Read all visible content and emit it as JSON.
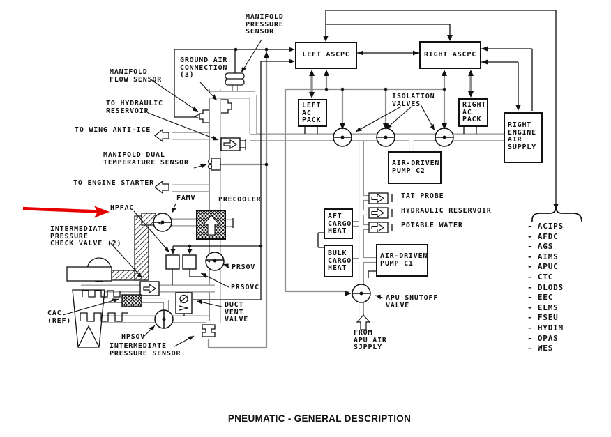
{
  "title": "PNEUMATIC - GENERAL DESCRIPTION",
  "colors": {
    "annotation_arrow": "#e60000",
    "line": "#111111",
    "duct_wall": "#8f8f8f"
  },
  "boxes": {
    "left_ascpc": "LEFT ASCPC",
    "right_ascpc": "RIGHT ASCPC",
    "left_ac_pack": "LEFT\nAC\nPACK",
    "right_ac_pack": "RIGHT\nAC\nPACK",
    "right_engine_air_supply": "RIGHT\nENGINE\nAIR\nSUPPLY",
    "air_driven_pump_c2": "AIR-DRIVEN\nPUMP C2",
    "aft_cargo_heat": "AFT\nCARGO\nHEAT",
    "bulk_cargo_heat": "BULK\nCARGO\nHEAT",
    "air_driven_pump_c1": "AIR-DRIVEN\nPUMP C1"
  },
  "labels": {
    "manifold_pressure_sensor": "MANIFOLD\nPRESSURE\nSENSOR",
    "ground_air_connection": "GROUND AIR\nCONNECTION\n(3)",
    "manifold_flow_sensor": "MANIFOLD\nFLOW SENSOR",
    "to_hydraulic_reservoir": "TO HYDRAULIC\nRESERVOIR",
    "to_wing_anti_ice": "TO WING ANTI-ICE",
    "manifold_dual_temperature_sensor": "MANIFOLD DUAL\nTEMPERATURE SENSOR",
    "to_engine_starter": "TO ENGINE STARTER",
    "hpfac": "HPFAC",
    "famv": "FAMV",
    "precooler": "PRECOOLER",
    "intermediate_pressure_check_valve": "INTERMEDIATE\nPRESSURE\nCHECK VALVE (2)",
    "prsov": "PRSOV",
    "prsovc": "PRSOVC",
    "cac_ref": "CAC\n(REF)",
    "duct_vent_valve": "DUCT\nVENT\nVALVE",
    "hpsov": "HPSOV",
    "intermediate_pressure_sensor": "INTERMEDIATE\nPRESSURE SENSOR",
    "isolation_valves": "ISOLATION\nVALVES",
    "tat_probe": "TAT PROBE",
    "hydraulic_reservoir": "HYDRAULIC RESERVOIR",
    "potable_water": "POTABLE WATER",
    "apu_shutoff_valve": "APU SHUTOFF\nVALVE",
    "from_apu_air_supply": "FROM\nAPU AIR\nSJPPLY"
  },
  "right_list": {
    "items": [
      "ACIPS",
      "AFDC",
      "AGS",
      "AIMS",
      "APUC",
      "CTC",
      "DLODS",
      "EEC",
      "ELMS",
      "FSEU",
      "HYDIM",
      "OPAS",
      "WES"
    ]
  }
}
